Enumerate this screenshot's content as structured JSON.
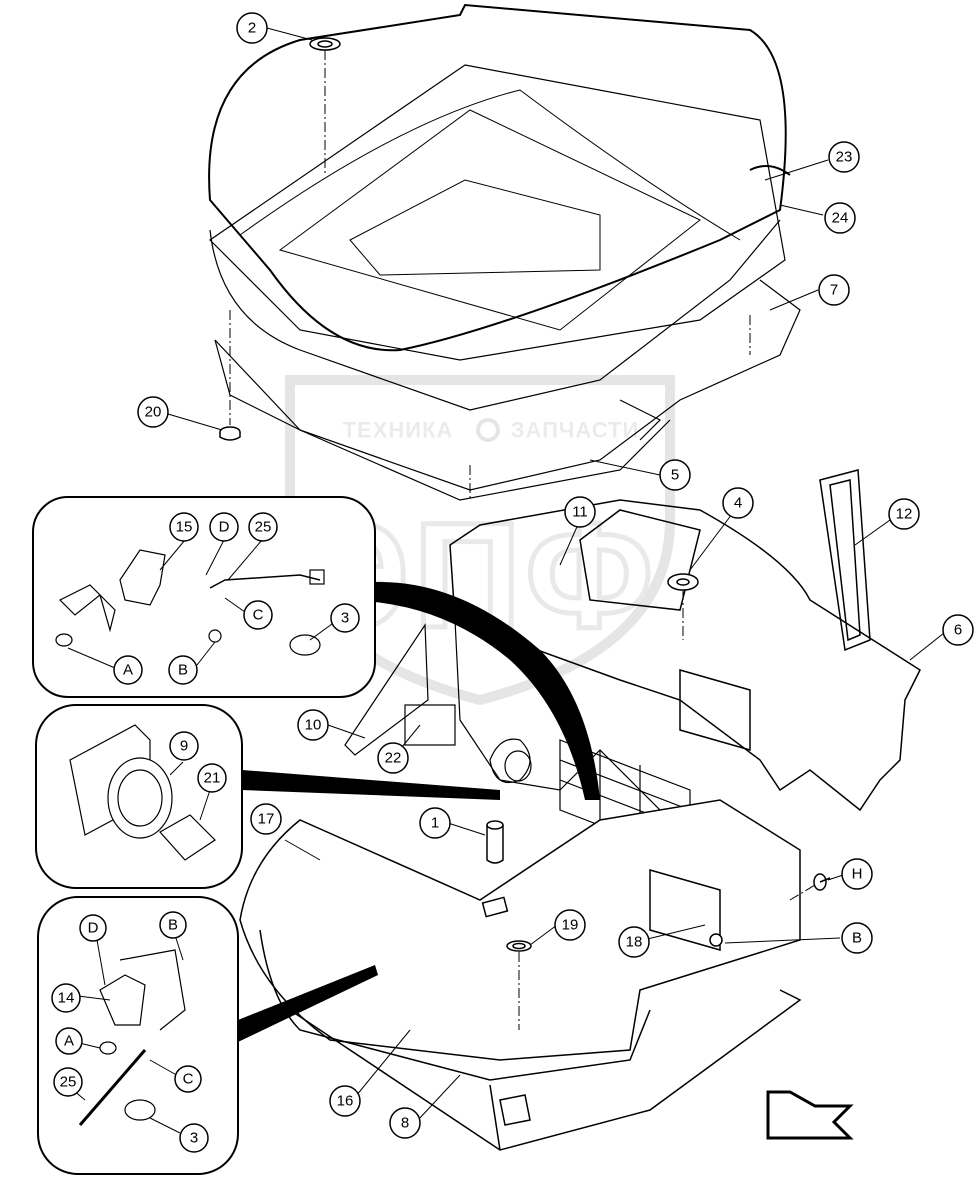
{
  "watermark": {
    "text_left": "ТЕХНИКА",
    "text_right": "ЗАПЧАСТИ",
    "logo_letters": "ЭПФ"
  },
  "callouts": {
    "c2": "2",
    "c23": "23",
    "c24": "24",
    "c7": "7",
    "c20": "20",
    "c5": "5",
    "c4": "4",
    "c11": "11",
    "c12": "12",
    "c6": "6",
    "c3_detail": "3",
    "c10": "10",
    "c22": "22",
    "c1": "1",
    "c17": "17",
    "c19": "19",
    "cH": "H",
    "cB_main": "B",
    "c18": "18",
    "c16": "16",
    "c8": "8",
    "d1_15": "15",
    "d1_D": "D",
    "d1_25": "25",
    "d1_C": "C",
    "d1_A": "A",
    "d1_B": "B",
    "d2_9": "9",
    "d2_21": "21",
    "d3_D": "D",
    "d3_B": "B",
    "d3_14": "14",
    "d3_A": "A",
    "d3_C": "C",
    "d3_25": "25",
    "d3_3": "3"
  },
  "colors": {
    "line": "#000000",
    "watermark": "#d6d6d6",
    "background": "#ffffff"
  },
  "icons": {
    "direction_arrow": "front-direction-arrow-icon"
  }
}
